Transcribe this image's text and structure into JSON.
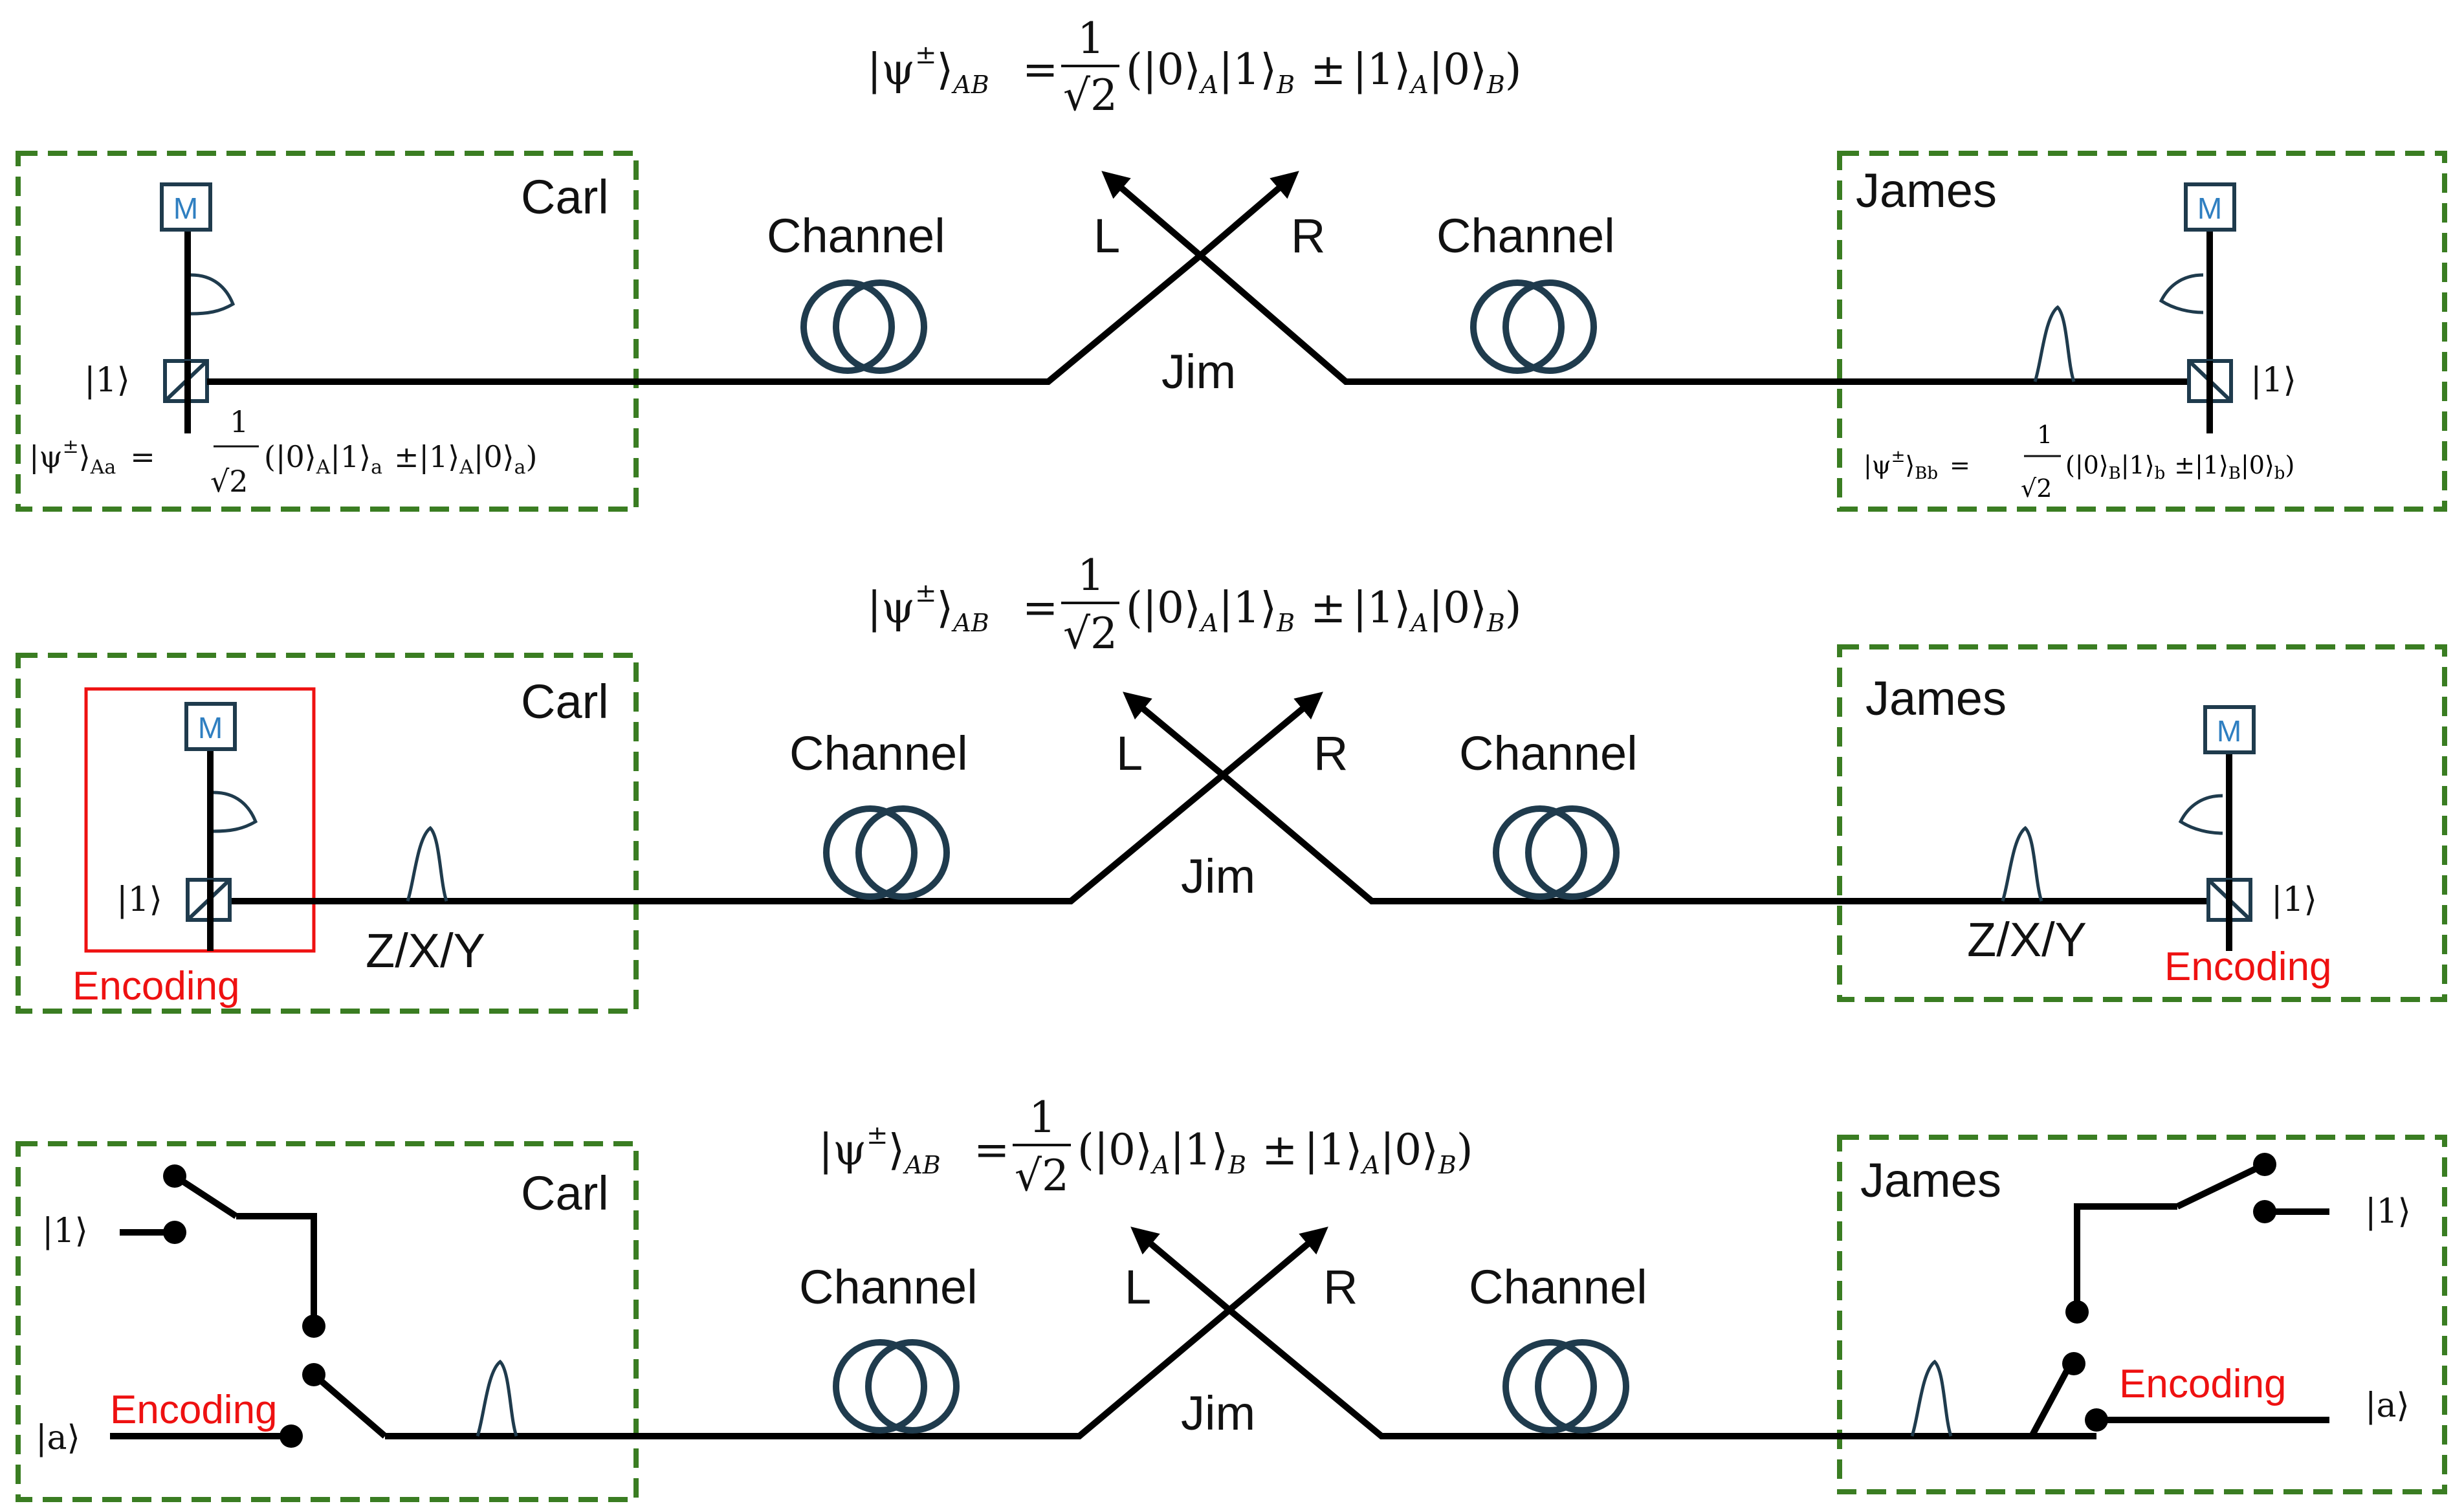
{
  "panels": [
    {
      "id": "top",
      "equation": {
        "lhs": "|ψ",
        "sup": "±",
        "rhs_sub": "AB",
        "eq": "=",
        "frac_num": "1",
        "frac_den": "√2",
        "term1": "(|0⟩",
        "s1": "A",
        "k2": "|1⟩",
        "s2": "B",
        "pm": "±",
        "k3": "|1⟩",
        "s3": "A",
        "k4": "|0⟩",
        "s4": "B",
        "close": ")"
      },
      "left_box": {
        "title": "Carl"
      },
      "right_box": {
        "title": "James"
      },
      "channel_left": "Channel",
      "channel_right": "Channel",
      "arrow_left": "L",
      "arrow_right": "R",
      "center": "Jim",
      "measure_left": "M",
      "measure_right": "M",
      "ket_left": "|1⟩",
      "ket_right": "|1⟩",
      "left_state": {
        "lhs": "|ψ",
        "sup": "±",
        "sub": "Aa",
        "eq": "=",
        "num": "1",
        "den": "√2",
        "body": "(|0⟩",
        "a1": "A",
        "b1": "|1⟩",
        "a2": "a",
        "pm": "±",
        "b2": "|1⟩",
        "a3": "A",
        "b3": "|0⟩",
        "a4": "a",
        "close": ")"
      },
      "right_state": {
        "lhs": "|ψ",
        "sup": "±",
        "sub": "Bb",
        "eq": "=",
        "num": "1",
        "den": "√2",
        "body": "(|0⟩",
        "a1": "B",
        "b1": "|1⟩",
        "a2": "b",
        "pm": "±",
        "b2": "|1⟩",
        "a3": "B",
        "b3": "|0⟩",
        "a4": "b",
        "close": ")"
      }
    },
    {
      "id": "middle",
      "equation": {
        "lhs": "|ψ",
        "sup": "±",
        "rhs_sub": "AB",
        "eq": "=",
        "frac_num": "1",
        "frac_den": "√2",
        "term1": "(|0⟩",
        "s1": "A",
        "k2": "|1⟩",
        "s2": "B",
        "pm": "±",
        "k3": "|1⟩",
        "s3": "A",
        "k4": "|0⟩",
        "s4": "B",
        "close": ")"
      },
      "left_box": {
        "title": "Carl"
      },
      "right_box": {
        "title": "James"
      },
      "channel_left": "Channel",
      "channel_right": "Channel",
      "arrow_left": "L",
      "arrow_right": "R",
      "center": "Jim",
      "measure_left": "M",
      "measure_right": "M",
      "ket_left": "|1⟩",
      "ket_right": "|1⟩",
      "gate_left": "Z/X/Y",
      "gate_right": "Z/X/Y",
      "encoding_left": "Encoding",
      "encoding_right": "Encoding"
    },
    {
      "id": "bottom",
      "equation": {
        "lhs": "|ψ",
        "sup": "±",
        "rhs_sub": "AB",
        "eq": "=",
        "frac_num": "1",
        "frac_den": "√2",
        "term1": "(|0⟩",
        "s1": "A",
        "k2": "|1⟩",
        "s2": "B",
        "pm": "±",
        "k3": "|1⟩",
        "s3": "A",
        "k4": "|0⟩",
        "s4": "B",
        "close": ")"
      },
      "left_box": {
        "title": "Carl"
      },
      "right_box": {
        "title": "James"
      },
      "channel_left": "Channel",
      "channel_right": "Channel",
      "arrow_left": "L",
      "arrow_right": "R",
      "center": "Jim",
      "ket_one_left": "|1⟩",
      "ket_a_left": "|a⟩",
      "ket_one_right": "|1⟩",
      "ket_a_right": "|a⟩",
      "encoding_left": "Encoding",
      "encoding_right": "Encoding"
    }
  ],
  "colors": {
    "box": "#3a7d22",
    "wire": "#000000",
    "device": "#1f3b4d",
    "measure_text": "#2f7fc1",
    "encoding": "#ee1111"
  }
}
